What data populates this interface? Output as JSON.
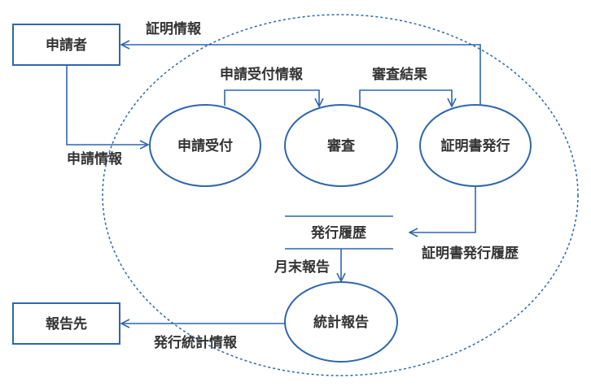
{
  "entities": {
    "applicant": "申請者",
    "report_recipient": "報告先"
  },
  "processes": {
    "application_reception": "申請受付",
    "review": "審査",
    "certificate_issuance": "証明書発行",
    "statistics_report": "統計報告"
  },
  "data_store": {
    "issuance_history": "発行履歴"
  },
  "flows": {
    "certificate_info": "証明情報",
    "application_info": "申請情報",
    "reception_info": "申請受付情報",
    "review_result": "審査結果",
    "issuance_history": "証明書発行履歴",
    "monthly_report": "月末報告",
    "issuance_stats": "発行統計情報"
  },
  "colors": {
    "line": "#2e66ad",
    "text": "#333333",
    "fill": "#ffffff"
  }
}
